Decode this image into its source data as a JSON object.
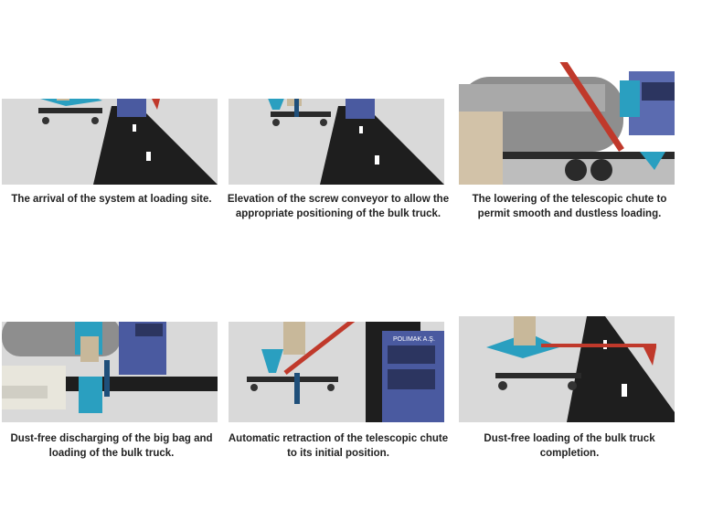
{
  "steps": [
    {
      "caption": "The arrival of the system at loading site."
    },
    {
      "caption": "Elevation of the screw conveyor to allow the appropriate positioning of the bulk truck."
    },
    {
      "caption": "The lowering of the telescopic chute to permit smooth and dustless loading."
    },
    {
      "caption": "Dust-free discharging of the big bag and loading of the bulk truck."
    },
    {
      "caption": "Automatic retraction of the telescopic chute to its initial position."
    },
    {
      "caption": "Dust-free loading of the bulk truck completion."
    }
  ],
  "truck_label": "POLIMAK A.Ş.",
  "colors": {
    "conveyor": "#c0392b",
    "hopper": "#2a9fc0",
    "truck": "#4a5aa0",
    "road": "#1e1e1e",
    "ground": "#d9d9d9"
  }
}
